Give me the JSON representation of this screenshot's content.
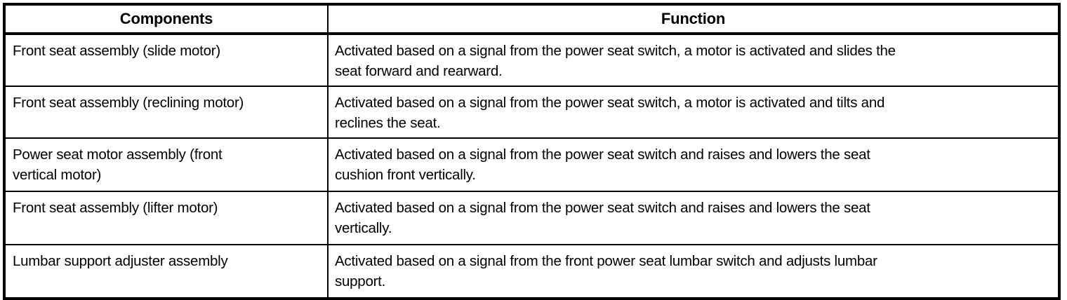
{
  "table": {
    "headers": {
      "components": "Components",
      "function": "Function"
    },
    "rows": [
      {
        "component": "Front seat assembly (slide motor)",
        "function_line1": "Activated based on a signal from the power seat switch, a motor is activated and slides the",
        "function_line2": "seat forward and rearward."
      },
      {
        "component": "Front seat assembly (reclining motor)",
        "function_line1": "Activated based on a signal from the power seat switch, a motor is activated and tilts and",
        "function_line2": "reclines the seat."
      },
      {
        "component_line1": "Power seat motor assembly (front",
        "component_line2": "vertical motor)",
        "function_line1": "Activated based on a signal from the power seat switch and raises and lowers the seat",
        "function_line2": "cushion front vertically."
      },
      {
        "component": "Front seat assembly (lifter motor)",
        "function_line1": "Activated based on a signal from the power seat switch and raises and lowers the seat",
        "function_line2": "vertically."
      },
      {
        "component": "Lumbar support adjuster assembly",
        "function_line1": "Activated based on a signal from the front power seat lumbar switch and adjusts lumbar",
        "function_line2": "support."
      }
    ]
  },
  "colors": {
    "border": "#000000",
    "text": "#000000",
    "background": "#ffffff"
  }
}
